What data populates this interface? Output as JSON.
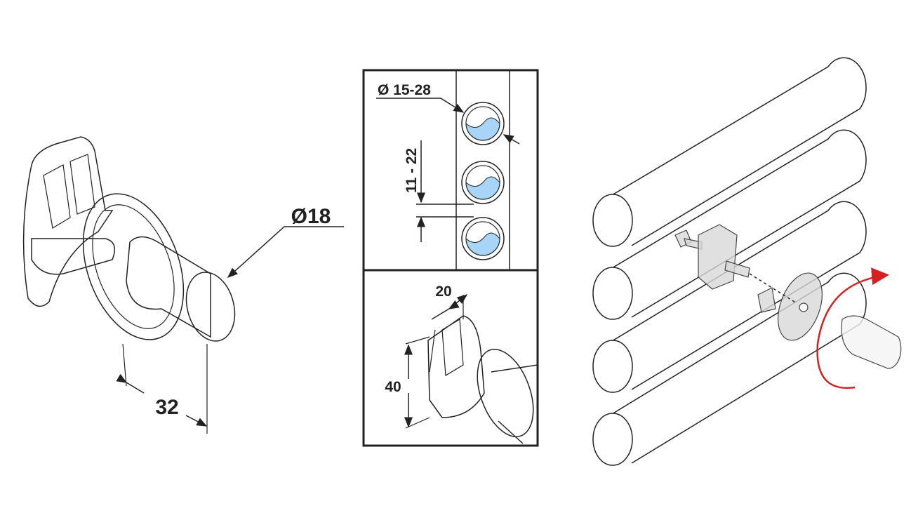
{
  "left_view": {
    "diameter_label": "Ø18",
    "depth_label": "32"
  },
  "center_view": {
    "tube_diameter_label": "Ø 15-28",
    "spacing_label": "11 - 22",
    "width_label": "20",
    "height_label": "40"
  },
  "colors": {
    "tube_fill": "#a8d4f7",
    "rotation_arrow": "#d42020",
    "part_gray": "#d8d8d8"
  }
}
